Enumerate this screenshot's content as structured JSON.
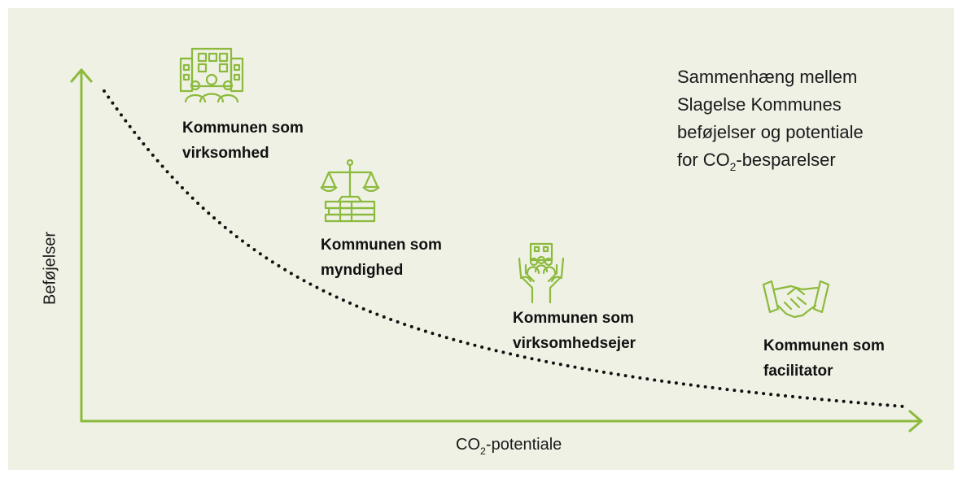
{
  "title_lines": [
    "Sammenhæng mellem",
    "Slagelse Kommunes",
    "beføjelser og potentiale"
  ],
  "title_last_line": {
    "prefix": "for CO",
    "sub": "2",
    "suffix": "-besparelser"
  },
  "y_axis_label": "Beføjelser",
  "x_axis_label": {
    "prefix": "CO",
    "sub": "2",
    "suffix": "-potentiale"
  },
  "roles": [
    {
      "icon": "municipal-building-people-icon",
      "lines": [
        "Kommunen som",
        "virksomhed"
      ]
    },
    {
      "icon": "scales-of-justice-books-icon",
      "lines": [
        "Kommunen som",
        "myndighed"
      ]
    },
    {
      "icon": "hands-holding-people-icon",
      "lines": [
        "Kommunen som",
        "virksomhedsejer"
      ]
    },
    {
      "icon": "handshake-icon",
      "lines": [
        "Kommunen som",
        "facilitator"
      ]
    }
  ],
  "colors": {
    "background": "#eef1e4",
    "accent_green": "#8cba3c",
    "curve": "#111111",
    "text": "#111111"
  }
}
